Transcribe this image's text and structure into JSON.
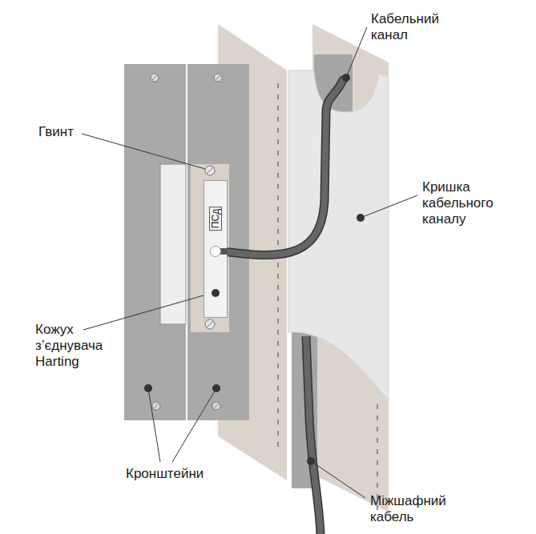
{
  "diagram": {
    "nodes": [
      {
        "text": [
          "ПСд"
        ]
      }
    ],
    "labels": [
      "Кабельний канал",
      "Гвинт",
      "Кришка кабельного каналу",
      "Кожух з’єднувача Harting",
      "Кронштейни",
      "Міжшафний кабель"
    ]
  }
}
